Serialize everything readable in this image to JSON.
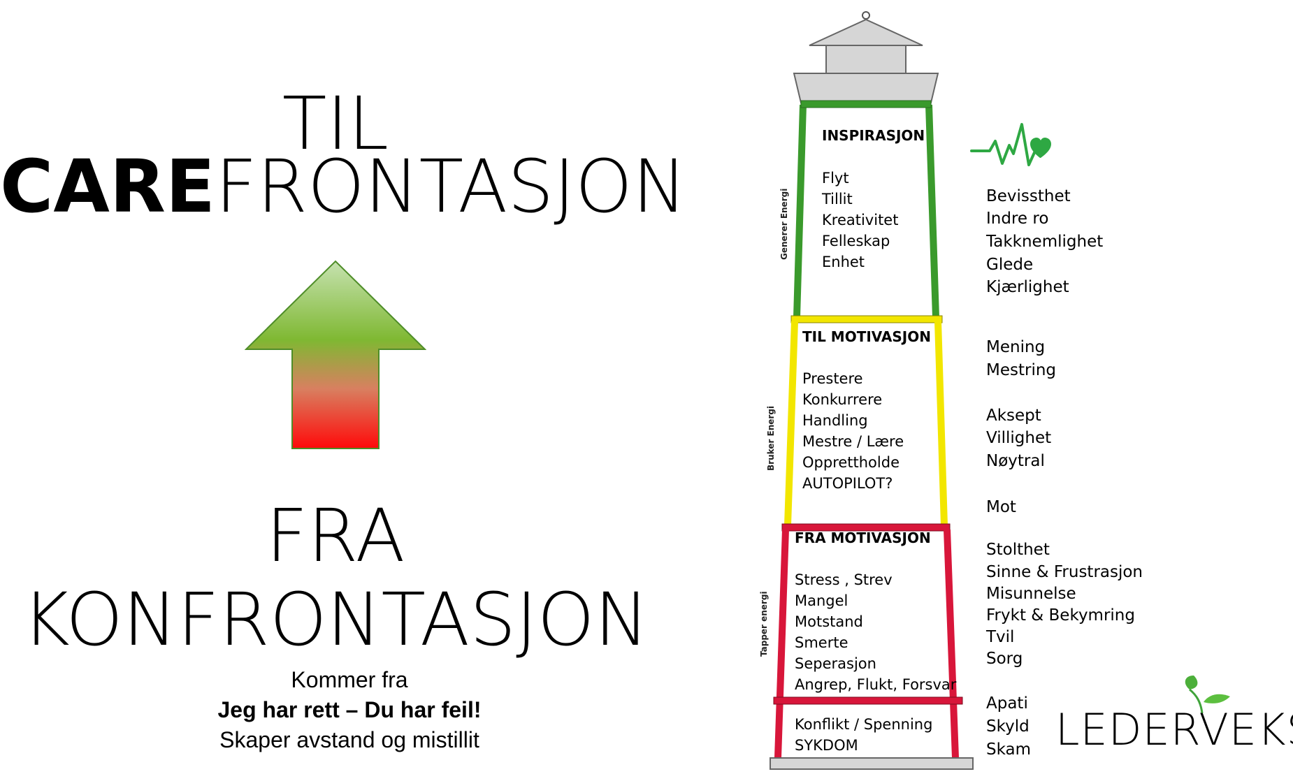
{
  "left": {
    "til": "TIL",
    "care_bold": "CARE",
    "care_rest": "FRONTASJON",
    "fra": "FRA",
    "konfrontasjon": "KONFRONTASJON",
    "kommer": "Kommer fra",
    "rett": "Jeg har rett – Du har feil!",
    "skaper": "Skaper avstand og mistillit"
  },
  "tower": {
    "inspirasjon": {
      "heading": "INSPIRASJON",
      "items": [
        "Flyt",
        "Tillit",
        "Kreativitet",
        "Felleskap",
        "Enhet"
      ]
    },
    "til_motivasjon": {
      "heading": "TIL MOTIVASJON",
      "items": [
        "Prestere",
        "Konkurrere",
        "Handling",
        "Mestre / Lære",
        "Opprettholde",
        "AUTOPILOT?"
      ]
    },
    "fra_motivasjon": {
      "heading": "FRA MOTIVASJON",
      "items": [
        "Stress , Strev",
        "Mangel",
        "Motstand",
        "Smerte",
        "Seperasjon",
        "Angrep, Flukt, Forsvar"
      ]
    },
    "bottom_items": [
      "Konflikt / Spenning",
      "SYKDOM"
    ],
    "side_labels": {
      "green": "Generer Energi",
      "yellow": "Bruker Energi",
      "red": "Tapper energi"
    }
  },
  "right": {
    "green": [
      "Bevissthet",
      "Indre ro",
      "Takknemlighet",
      "Glede",
      "Kjærlighet"
    ],
    "yellow_a": [
      "Mening",
      "Mestring"
    ],
    "yellow_b": [
      "Aksept",
      "Villighet",
      "Nøytral"
    ],
    "yellow_c": [
      "Mot"
    ],
    "red": [
      "Stolthet",
      "Sinne & Frustrasjon",
      "Misunnelse",
      "Frykt & Bekymring",
      "Tvil",
      "Sorg"
    ],
    "bottom": [
      "Apati",
      "Skyld",
      "Skam"
    ]
  },
  "logo": {
    "text": "LEDERVEKST"
  },
  "colors": {
    "green": "#3a9a2c",
    "yellow": "#f2e600",
    "red": "#d8163a",
    "arrow_top": "#c6e2b0",
    "arrow_mid": "#7fb832",
    "arrow_bottom": "#ff0a0a",
    "roof": "#d6d6d6",
    "heart": "#2ea843"
  },
  "icons": [
    "heartbeat-heart-icon",
    "leaf-icon",
    "up-arrow-icon"
  ]
}
